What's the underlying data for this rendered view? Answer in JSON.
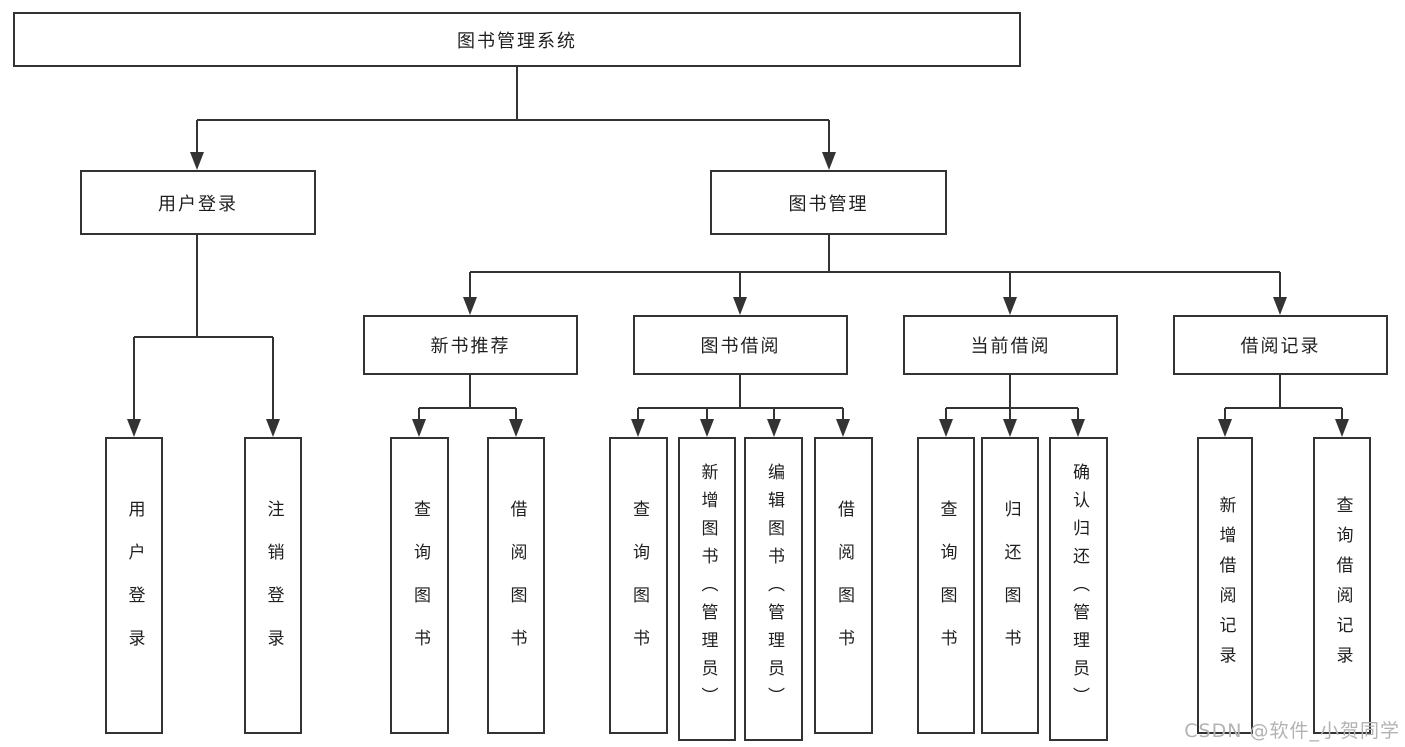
{
  "diagram": {
    "tree": {
      "label": "图书管理系统",
      "children": [
        {
          "label": "用户登录",
          "children": [
            {
              "label": "用户登录"
            },
            {
              "label": "注销登录"
            }
          ]
        },
        {
          "label": "图书管理",
          "children": [
            {
              "label": "新书推荐",
              "children": [
                {
                  "label": "查询图书"
                },
                {
                  "label": "借阅图书"
                }
              ]
            },
            {
              "label": "图书借阅",
              "children": [
                {
                  "label": "查询图书"
                },
                {
                  "label": "新增图书（管理员）"
                },
                {
                  "label": "编辑图书（管理员）"
                },
                {
                  "label": "借阅图书"
                }
              ]
            },
            {
              "label": "当前借阅",
              "children": [
                {
                  "label": "查询图书"
                },
                {
                  "label": "归还图书"
                },
                {
                  "label": "确认归还（管理员）"
                }
              ]
            },
            {
              "label": "借阅记录",
              "children": [
                {
                  "label": "新增借阅记录"
                },
                {
                  "label": "查询借阅记录"
                }
              ]
            }
          ]
        }
      ]
    },
    "watermark": "CSDN @软件_小贺同学",
    "colors": {
      "line": "#333333",
      "text": "#1f1f1f",
      "background": "#ffffff",
      "watermark": "#b3b3b3"
    }
  }
}
